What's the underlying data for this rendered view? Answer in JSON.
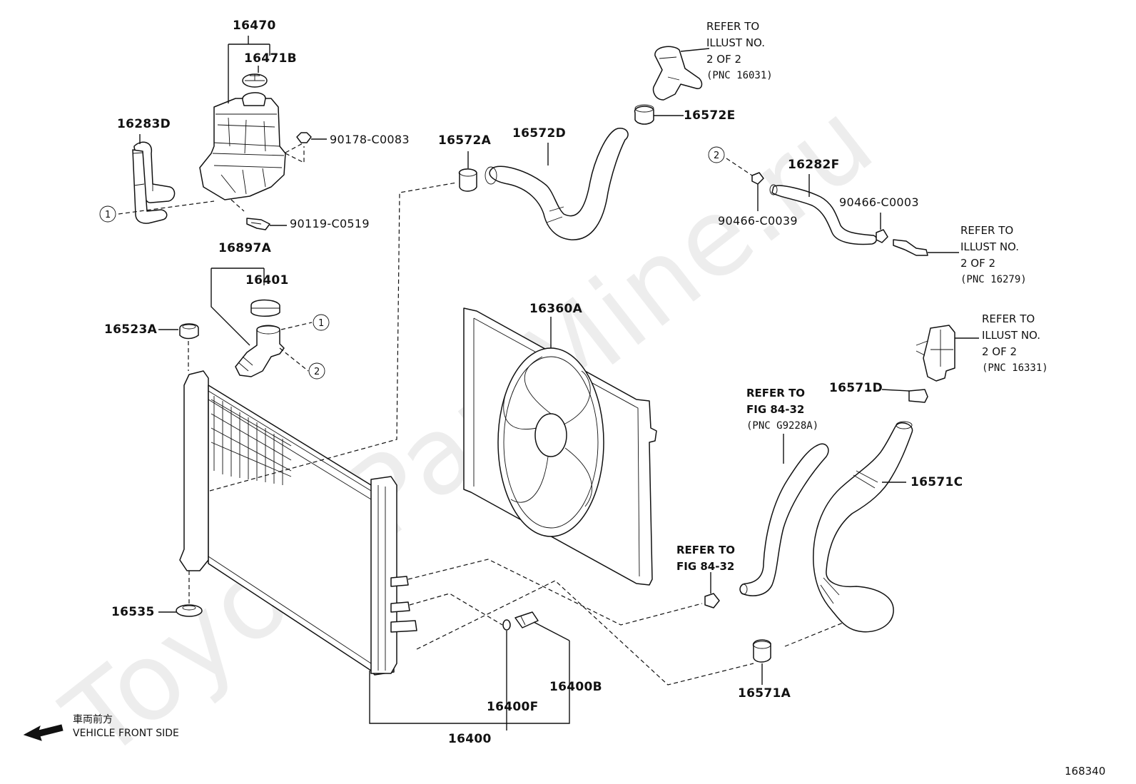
{
  "diagram": {
    "watermark": "ToyotaPartMine.ru",
    "diagram_number": "168340",
    "front_indicator": {
      "japanese": "車両前方",
      "english": "VEHICLE FRONT SIDE"
    },
    "part_labels": {
      "p16470": "16470",
      "p16471B": "16471B",
      "p16283D": "16283D",
      "p90178": "90178-C0083",
      "p90119": "90119-C0519",
      "p16897A": "16897A",
      "p16401": "16401",
      "p16523A": "16523A",
      "p16535": "16535",
      "p16572A": "16572A",
      "p16572D": "16572D",
      "p16572E": "16572E",
      "p16282F": "16282F",
      "p90466_39": "90466-C0039",
      "p90466_03": "90466-C0003",
      "p16360A": "16360A",
      "p16571D": "16571D",
      "p16571C": "16571C",
      "p16571A": "16571A",
      "p16400": "16400",
      "p16400F": "16400F",
      "p16400B": "16400B"
    },
    "references": {
      "r16031": [
        "REFER TO",
        "ILLUST NO.",
        "2 OF 2",
        "(PNC 16031)"
      ],
      "r16279": [
        "REFER TO",
        "ILLUST NO.",
        "2 OF 2",
        "(PNC 16279)"
      ],
      "r16331": [
        "REFER TO",
        "ILLUST NO.",
        "2 OF 2",
        "(PNC 16331)"
      ],
      "rG9228A": [
        "REFER TO",
        "FIG 84-32",
        "(PNC G9228A)"
      ],
      "rFig": [
        "REFER TO",
        "FIG 84-32"
      ]
    },
    "callouts": {
      "c1": "1",
      "c2": "2"
    }
  }
}
